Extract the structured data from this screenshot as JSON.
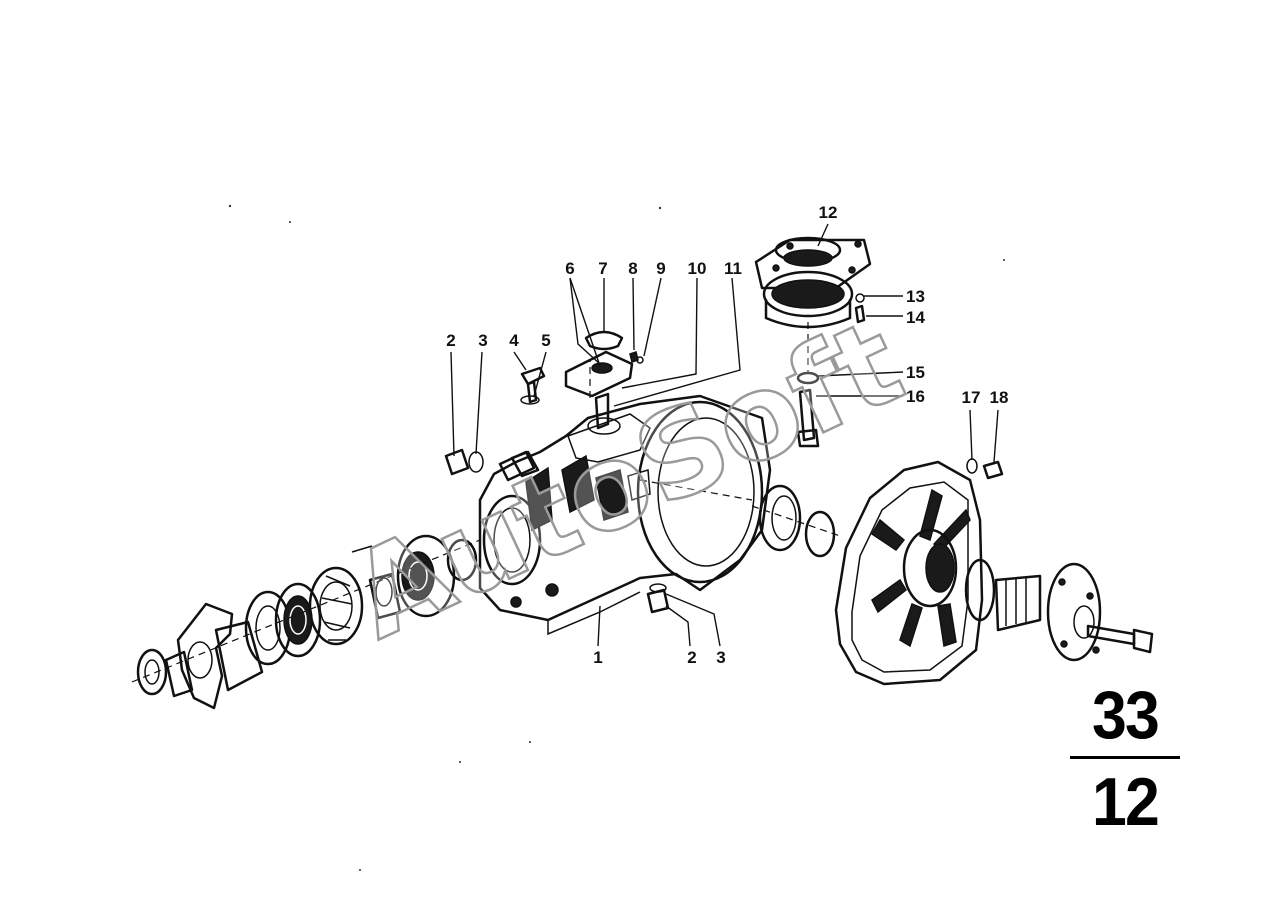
{
  "watermark": "AutoSoft",
  "group": {
    "main": "33",
    "sub": "12"
  },
  "callouts": [
    {
      "id": "c12a",
      "label": "12"
    },
    {
      "id": "c6",
      "label": "6"
    },
    {
      "id": "c7",
      "label": "7"
    },
    {
      "id": "c8",
      "label": "8"
    },
    {
      "id": "c9",
      "label": "9"
    },
    {
      "id": "c10",
      "label": "10"
    },
    {
      "id": "c11",
      "label": "11"
    },
    {
      "id": "c13",
      "label": "13"
    },
    {
      "id": "c14",
      "label": "14"
    },
    {
      "id": "c2a",
      "label": "2"
    },
    {
      "id": "c3a",
      "label": "3"
    },
    {
      "id": "c4",
      "label": "4"
    },
    {
      "id": "c5",
      "label": "5"
    },
    {
      "id": "c15",
      "label": "15"
    },
    {
      "id": "c16",
      "label": "16"
    },
    {
      "id": "c17",
      "label": "17"
    },
    {
      "id": "c18",
      "label": "18"
    },
    {
      "id": "c1",
      "label": "1"
    },
    {
      "id": "c2b",
      "label": "2"
    },
    {
      "id": "c3b",
      "label": "3"
    }
  ]
}
